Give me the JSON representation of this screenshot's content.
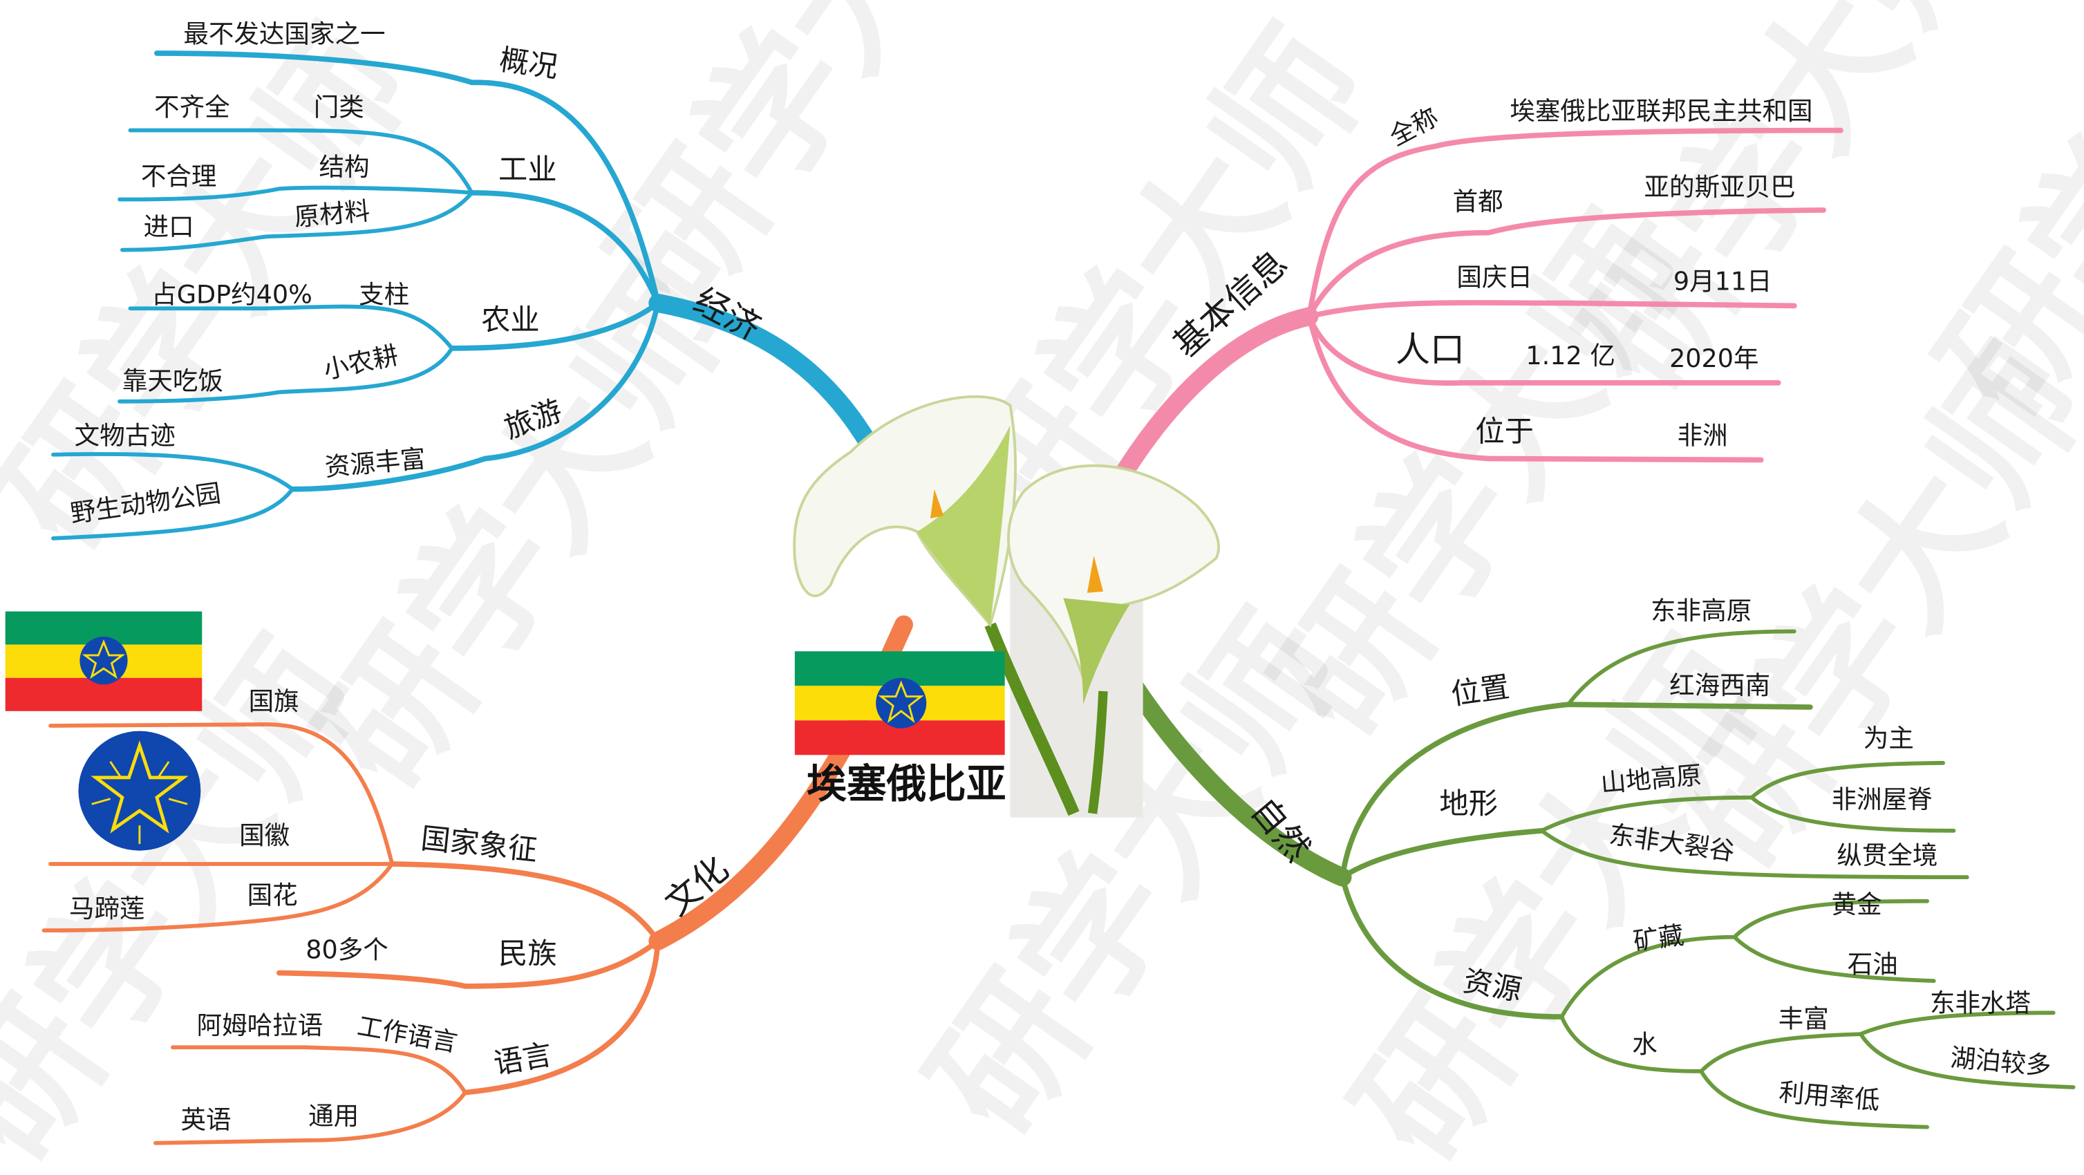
{
  "center": {
    "title": "埃塞俄比亚",
    "image": "calla-lily-illustration",
    "flag_colors": {
      "green": "#079A5E",
      "yellow": "#FCDD09",
      "red": "#EE2A2F",
      "blue": "#0F47AF",
      "star": "#FCDD09"
    }
  },
  "watermark": "研学大师",
  "colors": {
    "economy": "#25A7D1",
    "basic_info": "#F48AAA",
    "nature": "#6A9A3E",
    "culture": "#F37E4C"
  },
  "branches": {
    "economy": {
      "label": "经济",
      "children": {
        "overview": {
          "label": "概况",
          "value": "最不发达国家之一"
        },
        "industry": {
          "label": "工业",
          "items": [
            {
              "label": "门类",
              "value": "不齐全"
            },
            {
              "label": "结构",
              "value": "不合理"
            },
            {
              "label": "原材料",
              "value": "进口"
            }
          ]
        },
        "agriculture": {
          "label": "农业",
          "items": [
            {
              "label": "支柱",
              "value": "占GDP约40%"
            },
            {
              "label": "小农耕",
              "value": "靠天吃饭"
            }
          ]
        },
        "tourism": {
          "label": "旅游",
          "sub": "资源丰富",
          "items": [
            "文物古迹",
            "野生动物公园"
          ]
        }
      }
    },
    "basic_info": {
      "label": "基本信息",
      "items": [
        {
          "label": "全称",
          "value": "埃塞俄比亚联邦民主共和国"
        },
        {
          "label": "首都",
          "value": "亚的斯亚贝巴"
        },
        {
          "label": "国庆日",
          "value": "9月11日"
        },
        {
          "label": "人口",
          "value": "1.12 亿",
          "extra": "2020年"
        },
        {
          "label": "位于",
          "value": "非洲"
        }
      ]
    },
    "nature": {
      "label": "自然",
      "location": {
        "label": "位置",
        "items": [
          "东非高原",
          "红海西南"
        ]
      },
      "terrain": {
        "label": "地形",
        "mountain": {
          "label": "山地高原",
          "items": [
            "为主",
            "非洲屋脊"
          ]
        },
        "rift": {
          "label": "东非大裂谷",
          "value": "纵贯全境"
        }
      },
      "resources": {
        "label": "资源",
        "minerals": {
          "label": "矿藏",
          "items": [
            "黄金",
            "石油"
          ]
        },
        "water": {
          "label": "水",
          "rich": {
            "label": "丰富",
            "items": [
              "东非水塔",
              "湖泊较多"
            ]
          },
          "low": "利用率低"
        }
      }
    },
    "culture": {
      "label": "文化",
      "symbols": {
        "label": "国家象征",
        "flag": "国旗",
        "emblem": "国徽",
        "flower": {
          "label": "国花",
          "value": "马蹄莲"
        }
      },
      "ethnic": {
        "label": "民族",
        "value": "80多个"
      },
      "language": {
        "label": "语言",
        "working": {
          "label": "工作语言",
          "value": "阿姆哈拉语"
        },
        "common": {
          "label": "通用",
          "value": "英语"
        }
      }
    }
  }
}
